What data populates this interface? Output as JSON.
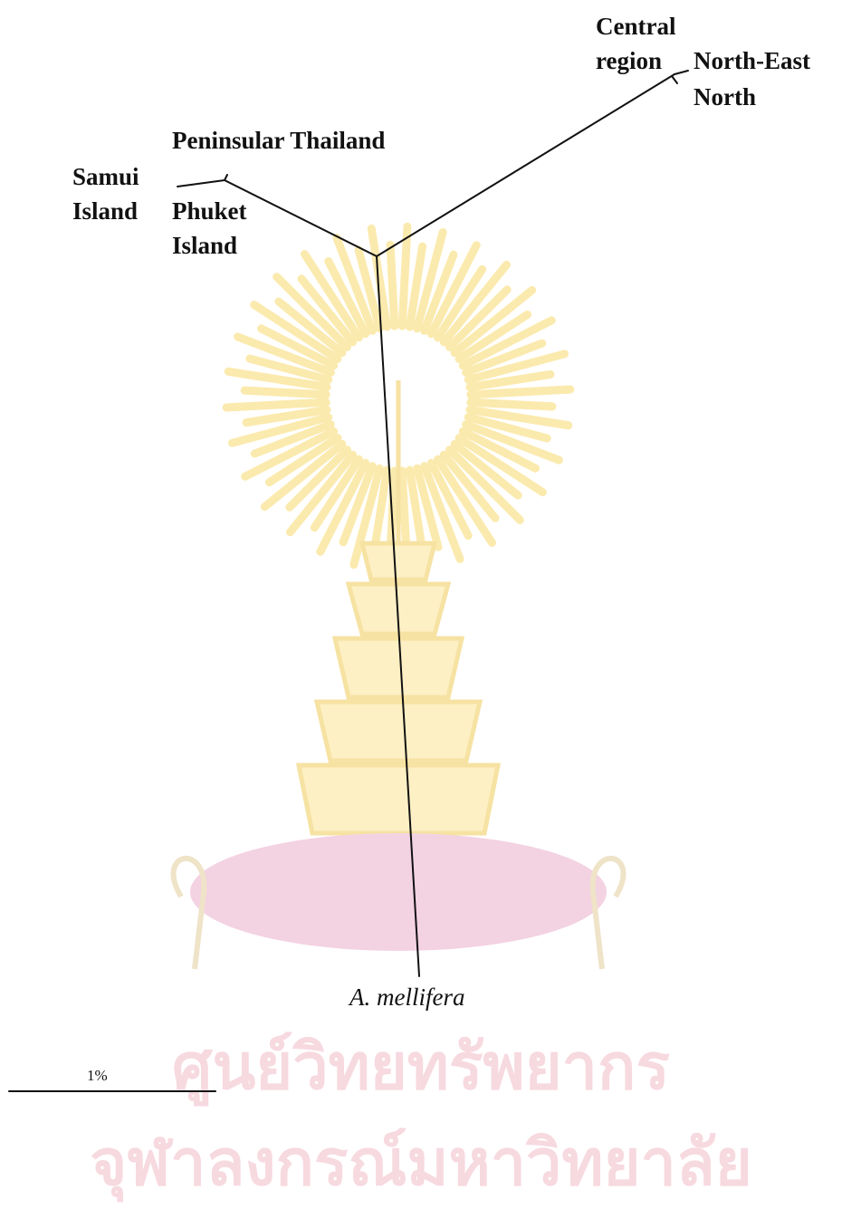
{
  "watermark": {
    "line1": "ศูนย์วิทยทรัพยากร",
    "line2": "จุฬาลงกรณ์มหาวิทยาลัย"
  },
  "tree": {
    "central_l1": "Central",
    "central_l2": "region",
    "north_east": "North-East",
    "north": "North",
    "peninsular": "Peninsular Thailand",
    "samui_l1": "Samui",
    "samui_l2": "Island",
    "phuket_l1": "Phuket",
    "phuket_l2": "Island",
    "outgroup": "A. mellifera"
  },
  "scale_bar": {
    "label": "1%"
  },
  "colors": {
    "line": "#111111",
    "watermark_rays": "#fbe9a8",
    "watermark_cushion": "#f2cfe0",
    "watermark_text": "#f7d9e0"
  }
}
